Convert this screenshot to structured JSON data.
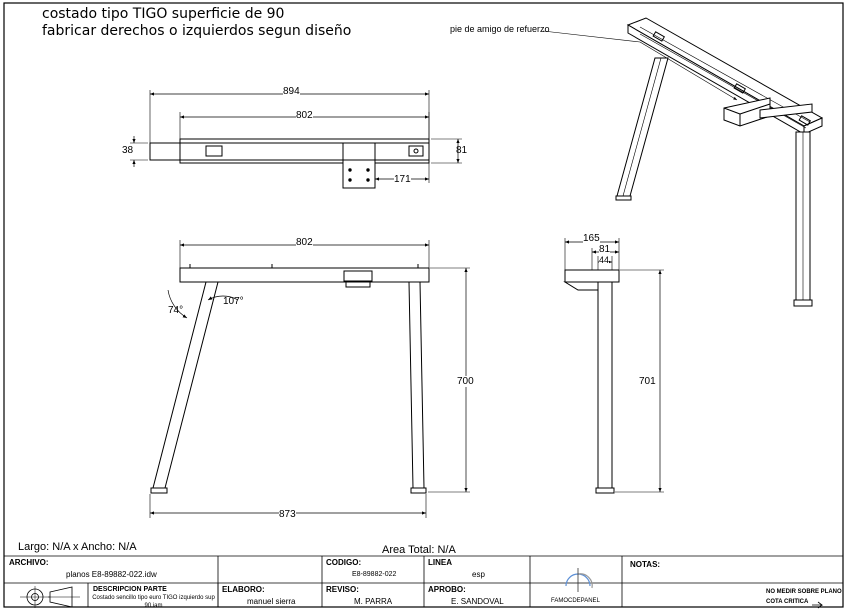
{
  "notes": {
    "line1": "costado tipo TIGO superficie de 90",
    "line2": "fabricar derechos o izquierdos segun diseño",
    "callout": "pie de amigo de refuerzo"
  },
  "dimensions": {
    "top_overall": "894",
    "top_inner": "802",
    "top_left_height": "38",
    "top_right_height": "81",
    "top_bracket_offset": "171",
    "front_width": "802",
    "front_left_angle": "74°",
    "front_inner_angle": "107°",
    "front_height": "700",
    "front_base_width": "873",
    "side_width": "165",
    "side_mid": "81",
    "side_inner": "44",
    "side_height": "701"
  },
  "summary": {
    "size": "Largo: N/A x Ancho: N/A",
    "area": "Area Total: N/A"
  },
  "title_block": {
    "archivo_label": "ARCHIVO:",
    "archivo_value": "planos E8-89882-022.idw",
    "descripcion_label": "DESCRIPCION PARTE",
    "descripcion_value": "Costado sencillo tipo euro TIGO izquierdo sup 90.iam",
    "codigo_label": "CODIGO:",
    "codigo_value": "E8-89882-022",
    "linea_label": "LINEA",
    "linea_value": "esp",
    "elaboro_label": "ELABORO:",
    "elaboro_value": "manuel sierra",
    "reviso_label": "REVISO:",
    "reviso_value": "M. PARRA",
    "aprobo_label": "APROBO:",
    "aprobo_value": "E. SANDOVAL",
    "company": "FAMOCDEPANEL",
    "notas_label": "NOTAS:",
    "warning1": "NO MEDIR SOBRE PLANO",
    "warning2": "COTA CRITICA"
  }
}
